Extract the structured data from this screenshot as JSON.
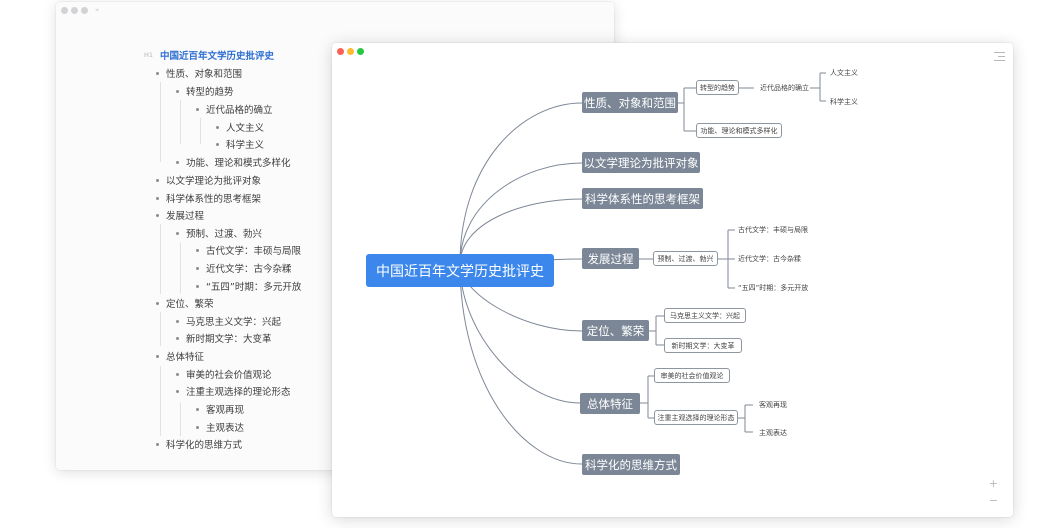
{
  "colors": {
    "root": "#3b87eb",
    "topic": "#7b8796",
    "link": "#7e8896",
    "outline_heading": "#2f6fd1",
    "traffic_red": "#fc5f57",
    "traffic_yellow": "#fdbc2e",
    "traffic_green": "#28c840"
  },
  "outline_window": {
    "chevron": "»",
    "heading_tag": "H1",
    "title": "中国近百年文学历史批评史",
    "items": [
      "性质、对象和范围",
      "转型的趋势",
      "近代品格的确立",
      "人文主义",
      "科学主义",
      "功能、理论和模式多样化",
      "以文学理论为批评对象",
      "科学体系性的思考框架",
      "发展过程",
      "预制、过渡、勃兴",
      "古代文学：丰硕与局限",
      "近代文学：古今杂糅",
      "“五四”时期：多元开放",
      "定位、繁荣",
      "马克思主义文学：兴起",
      "新时期文学：大变革",
      "总体特征",
      "审美的社会价值观论",
      "注重主观选择的理论形态",
      "客观再现",
      "主观表达",
      "科学化的思维方式"
    ]
  },
  "mindmap_window": {
    "root": "中国近百年文学历史批评史",
    "topics": [
      "性质、对象和范围",
      "以文学理论为批评对象",
      "科学体系性的思考框架",
      "发展过程",
      "定位、繁荣",
      "总体特征",
      "科学化的思维方式"
    ],
    "subtopics": [
      "转型的趋势",
      "功能、理论和模式多样化",
      "预制、过渡、勃兴",
      "马克思主义文学：兴起",
      "新时期文学：大变革",
      "审美的社会价值观论",
      "注重主观选择的理论形态"
    ],
    "leaves": [
      "近代品格的确立",
      "人文主义",
      "科学主义",
      "古代文学：丰硕与局限",
      "近代文学：古今杂糅",
      "“五四”时期：多元开放",
      "客观再现",
      "主观表达"
    ],
    "zoom_in": "+",
    "zoom_out": "−"
  }
}
